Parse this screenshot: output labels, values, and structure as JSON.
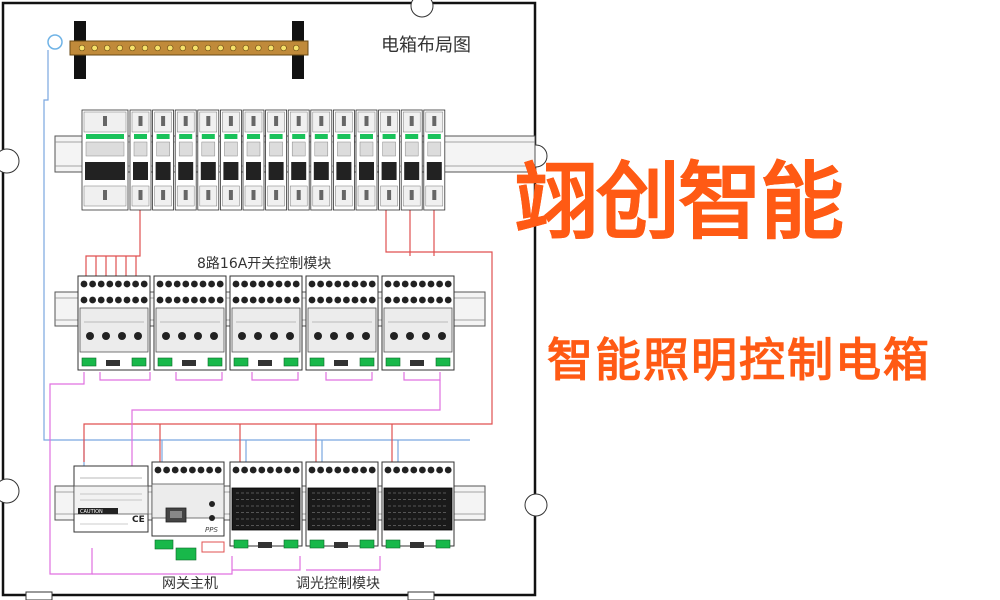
{
  "diagram": {
    "title": "电箱布局图",
    "switch_module_label": "8路16A开关控制模块",
    "gateway_label": "网关主机",
    "dimming_module_label": "调光控制模块",
    "module_brand": "PPS",
    "caution_label": "CAUTION",
    "ce_mark": "CE"
  },
  "brand": {
    "name": "翊创智能",
    "product": "智能照明控制电箱"
  },
  "colors": {
    "accent": "#ff5a14",
    "wire_red": "#e05050",
    "wire_blue": "#7aa7e0",
    "wire_pink": "#e070e0",
    "breaker_green": "#19c25a",
    "terminal_green": "#18b84a",
    "busbar": "#c08a3a"
  }
}
